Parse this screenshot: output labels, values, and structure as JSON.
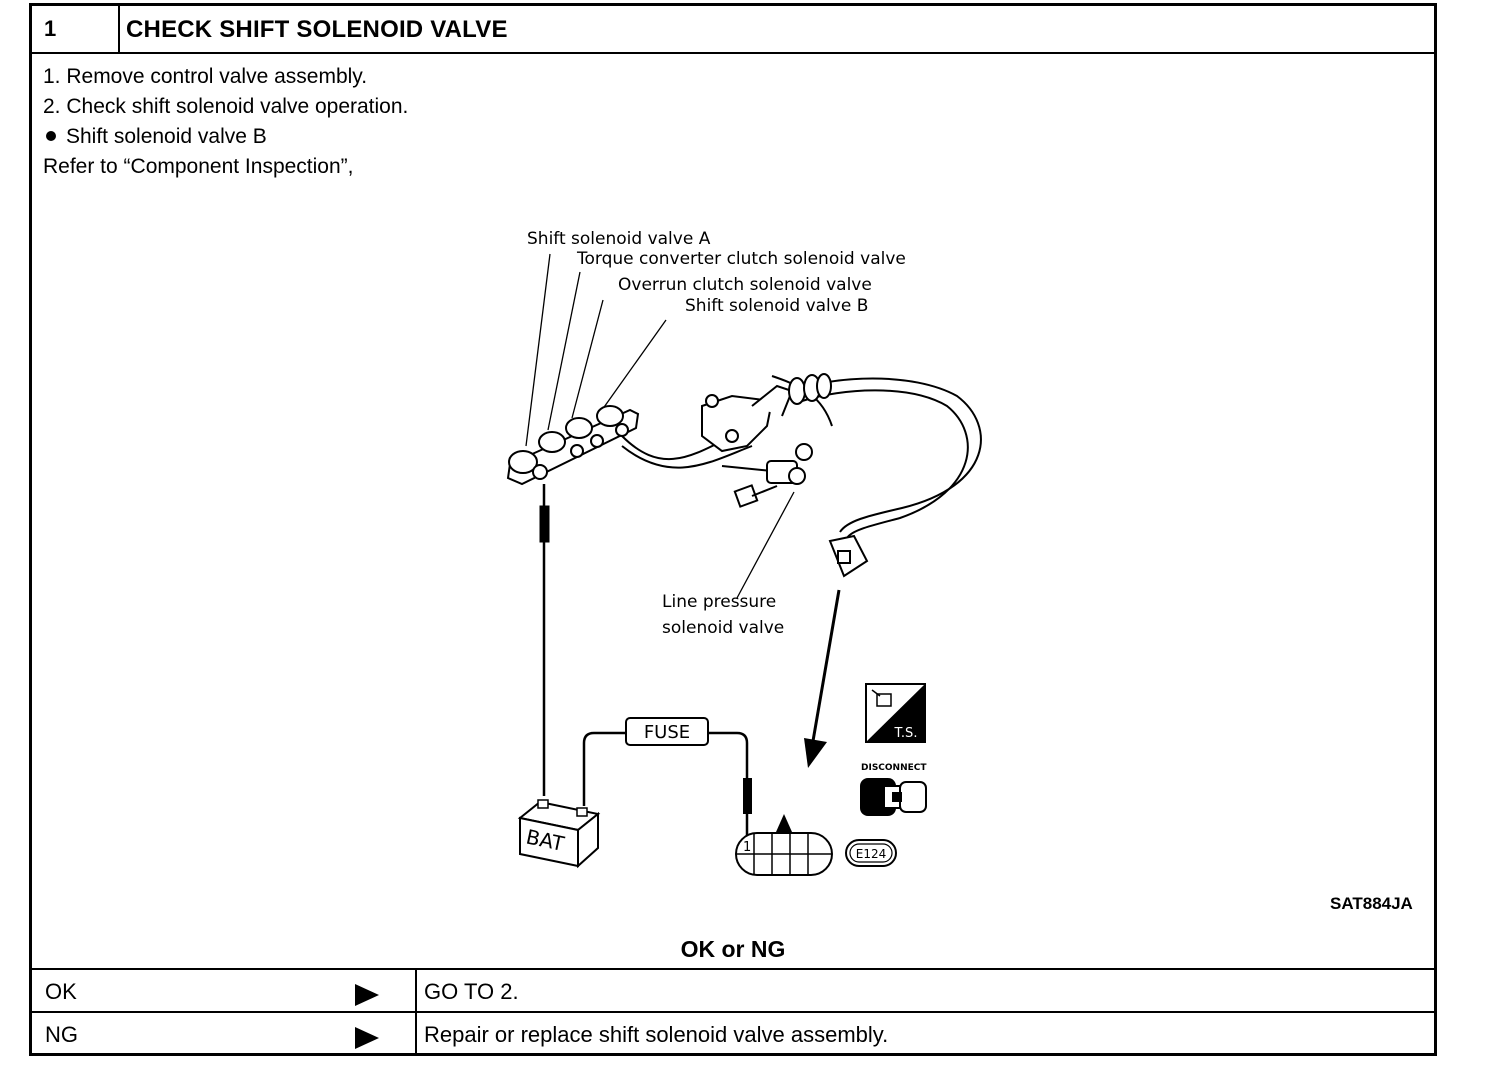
{
  "header": {
    "number": "1",
    "title": "CHECK SHIFT SOLENOID VALVE"
  },
  "steps": {
    "step1": "1.  Remove control valve assembly.",
    "step2": "2.  Check shift solenoid valve operation.",
    "bullet": "Shift solenoid valve B",
    "refer": "Refer to “Component Inspection”,"
  },
  "figure": {
    "callouts": {
      "shift_a": "Shift solenoid valve A",
      "torque": "Torque converter clutch solenoid valve",
      "overrun": "Overrun clutch solenoid valve",
      "shift_b": "Shift solenoid valve B",
      "line_pressure_1": "Line pressure",
      "line_pressure_2": "solenoid valve"
    },
    "fuse": "FUSE",
    "battery": "BAT",
    "connector_pin": "1",
    "connector_id": "E124",
    "ts_label": "T.S.",
    "disconnect_label": "DISCONNECT",
    "figure_code": "SAT884JA"
  },
  "question": "OK or NG",
  "results": [
    {
      "label": "OK",
      "action": "GO TO 2."
    },
    {
      "label": "NG",
      "action": "Repair or replace shift solenoid valve assembly."
    }
  ]
}
